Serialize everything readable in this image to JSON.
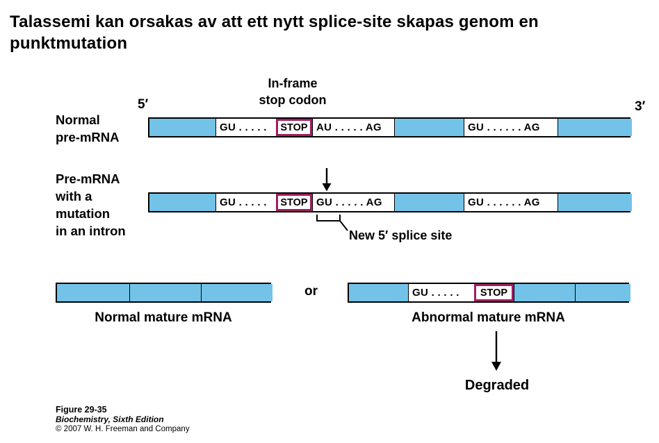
{
  "title_lines": [
    "Talassemi kan orsakas av att ett nytt splice-site skapas genom en",
    "punktmutation"
  ],
  "colors": {
    "exon": "#73C3E9",
    "stop": "#A21C60"
  },
  "normal_row": {
    "label_lines": [
      "Normal",
      "pre-mRNA"
    ],
    "five_prime": "5′",
    "three_prime": "3′",
    "annotation_lines": [
      "In-frame",
      "stop codon"
    ],
    "segments": [
      "",
      "GU . . . . .",
      "STOP",
      "AU . . . . . AG",
      "",
      "GU . . . . . . AG",
      ""
    ]
  },
  "mutant_row": {
    "label_lines": [
      "Pre-mRNA",
      "with a",
      "mutation",
      "in an intron"
    ],
    "segments": [
      "",
      "GU . . . . .",
      "STOP",
      "GU . . . . . AG",
      "",
      "GU . . . . . . AG",
      ""
    ],
    "new_splice_site_label": "New 5′ splice site"
  },
  "mature_row": {
    "normal_label": "Normal mature mRNA",
    "or_label": "or",
    "abnormal_label": "Abnormal mature mRNA",
    "abnormal_segments": [
      "",
      "GU . . . . .",
      "STOP",
      "",
      ""
    ],
    "degraded_label": "Degraded"
  },
  "icons": {
    "mutation_arrow": "down-arrow",
    "new_splice_bracket": "underbrace-pointer",
    "degraded_arrow": "down-arrow"
  },
  "footer": {
    "figure_label": "Figure 29-35",
    "book_title": "Biochemistry, Sixth Edition",
    "copyright": "© 2007 W. H. Freeman and Company"
  }
}
